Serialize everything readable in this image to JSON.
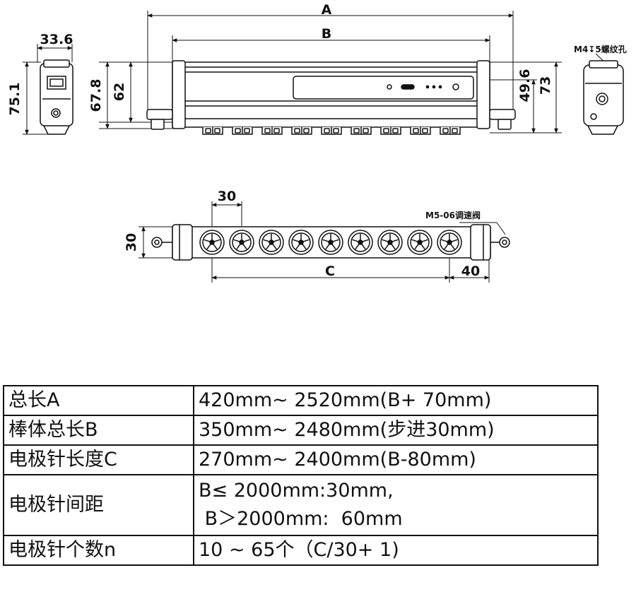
{
  "dimensions": {
    "A": "A",
    "B": "B",
    "C": "C",
    "end_width": "33.6",
    "end_height_left": "75.1",
    "height_outer": "67.8",
    "height_inner": "62",
    "height_right_inner": "49.6",
    "height_right_outer": "73",
    "pitch": "30",
    "bar_width": "30",
    "end_offset": "40"
  },
  "notes": {
    "thread_hole": "M4↧5螺纹孔",
    "speed_valve": "M5-06调速阀"
  },
  "spec_table": {
    "rows": [
      {
        "label": "总长A",
        "value": [
          "420mm~ 2520mm(B+ 70mm)"
        ]
      },
      {
        "label": "棒体总长B",
        "value": [
          "350mm~ 2480mm(步进30mm)"
        ]
      },
      {
        "label": "电极针长度C",
        "value": [
          "270mm~ 2400mm(B-80mm)"
        ]
      },
      {
        "label": "电极针间距",
        "value": [
          "B≤ 2000mm:30mm,",
          " B＞2000mm:  60mm"
        ]
      },
      {
        "label": "电极针个数n",
        "value": [
          "10 ~ 65个（C/30+ 1)"
        ]
      }
    ]
  },
  "colors": {
    "line": "#111111",
    "panel": "#f4f4f4"
  }
}
